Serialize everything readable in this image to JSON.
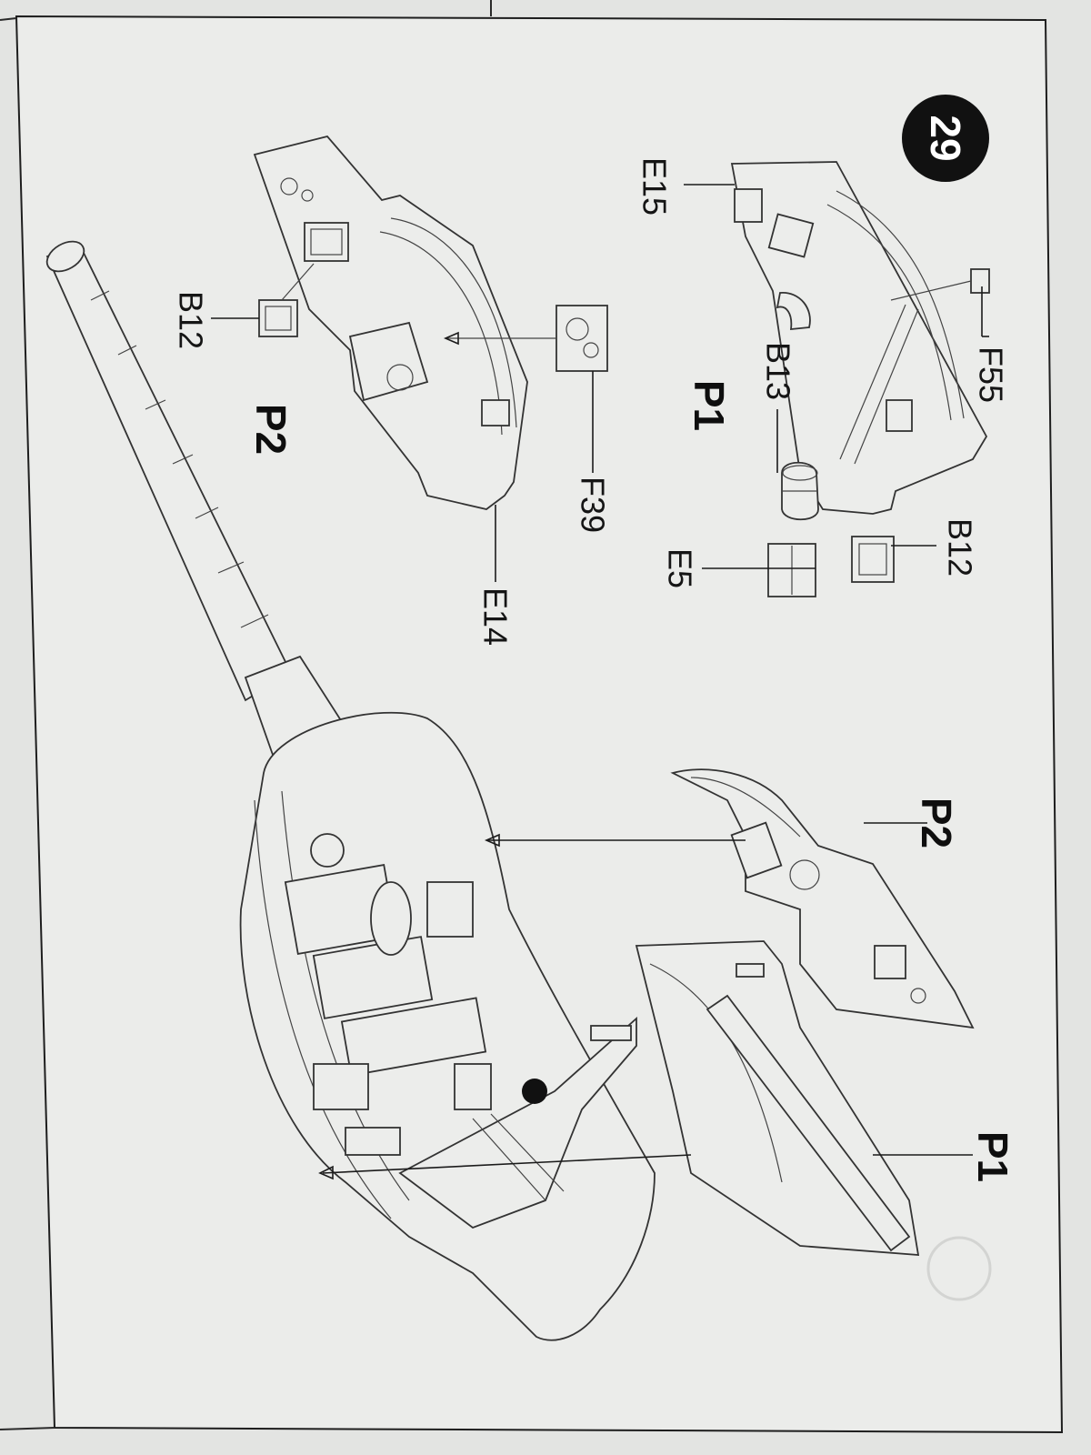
{
  "step": {
    "number": "29"
  },
  "callouts": {
    "e15": "E15",
    "f55": "F55",
    "b13": "B13",
    "b12_top": "B12",
    "e5": "E5",
    "f39": "F39",
    "e14": "E14",
    "b12_left": "B12",
    "p1_top": "P1",
    "p2_left": "P2",
    "p2_right": "P2",
    "p1_right": "P1"
  },
  "colors": {
    "paper": "#ebecea",
    "ink": "#1b1b1b",
    "badge": "#111111",
    "background": "#e3e4e2"
  }
}
